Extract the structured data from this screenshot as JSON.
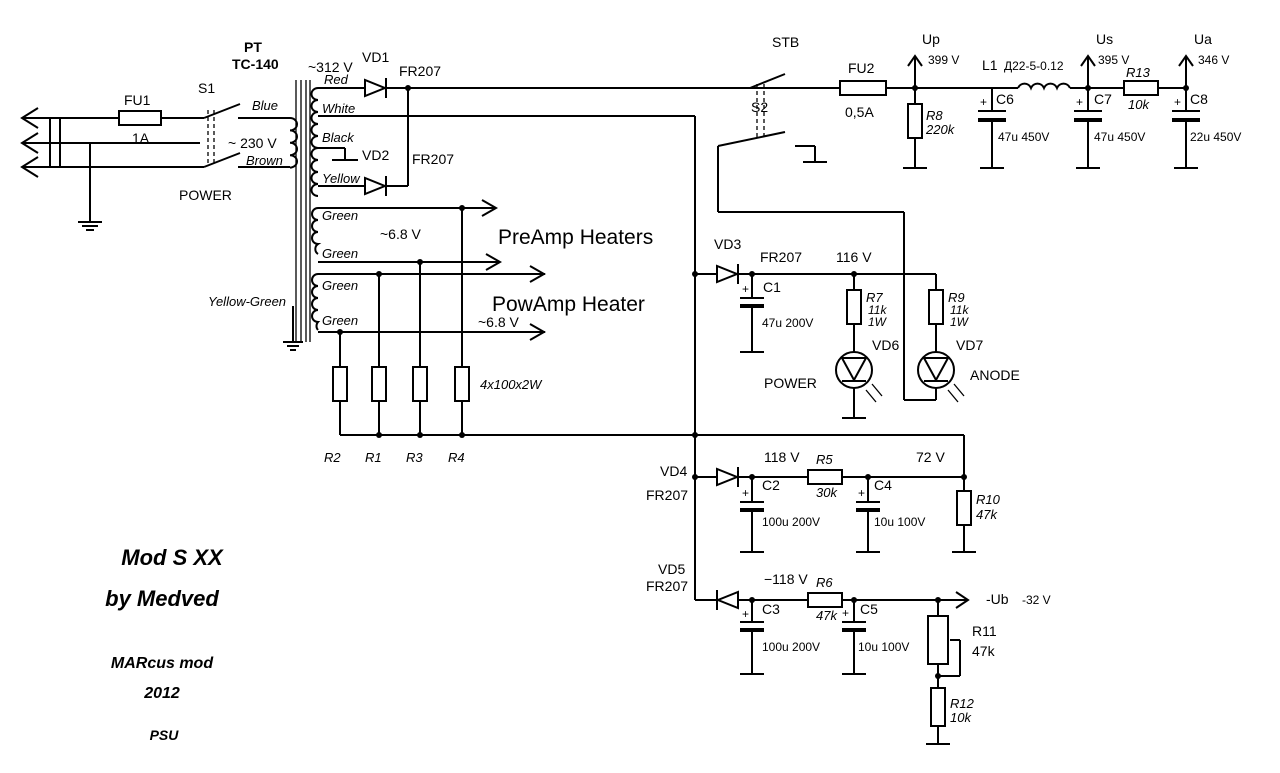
{
  "title": {
    "line1": "Mod S XX",
    "line2": "by Medved",
    "mod": "MARcus mod",
    "year": "2012",
    "section": "PSU"
  },
  "transformer": {
    "name": "PT",
    "model": "TC-140",
    "primary_voltage": "~ 230 V",
    "hv_voltage": "~312 V",
    "wires": {
      "blue": "Blue",
      "brown": "Brown",
      "red": "Red",
      "white": "White",
      "black": "Black",
      "yellow": "Yellow",
      "green1": "Green",
      "green2": "Green",
      "green3": "Green",
      "green4": "Green",
      "yellow_green": "Yellow-Green"
    },
    "heater_v1": "~6.8 V",
    "heater_v2": "~6.8 V"
  },
  "fuses": {
    "fu1": {
      "name": "FU1",
      "value": "1A"
    },
    "fu2": {
      "name": "FU2",
      "value": "0,5A"
    }
  },
  "switches": {
    "s1": "S1",
    "s1_label": "POWER",
    "s2": "S2",
    "s2_label": "STB"
  },
  "diodes": {
    "vd1": "VD1",
    "vd1_type": "FR207",
    "vd2": "VD2",
    "vd2_type": "FR207",
    "vd3": "VD3",
    "vd3_type": "FR207",
    "vd4": "VD4",
    "vd4_type": "FR207",
    "vd5": "VD5",
    "vd5_type": "FR207"
  },
  "leds": {
    "vd6": "VD6",
    "vd6_label": "POWER",
    "vd7": "VD7",
    "vd7_label": "ANODE"
  },
  "rails": {
    "up": "Up",
    "up_v": "399 V",
    "us": "Us",
    "us_v": "395 V",
    "ua": "Ua",
    "ua_v": "346 V",
    "v116": "116 V",
    "v118": "118 V",
    "v72": "72 V",
    "vneg118": "−118 V",
    "ub": "-Ub",
    "ub_v": "-32 V"
  },
  "inductor": {
    "name": "L1",
    "type": "Д22-5-0.12"
  },
  "resistors": {
    "r8": "R8",
    "r8_v": "220k",
    "r13": "R13",
    "r13_v": "10k",
    "r7": "R7",
    "r7_v": "11k",
    "r7_p": "1W",
    "r9": "R9",
    "r9_v": "11k",
    "r9_p": "1W",
    "r5": "R5",
    "r5_v": "30k",
    "r6": "R6",
    "r6_v": "47k",
    "r10": "R10",
    "r10_v": "47k",
    "r11": "R11",
    "r11_v": "47k",
    "r12": "R12",
    "r12_v": "10k",
    "r1": "R1",
    "r2": "R2",
    "r3": "R3",
    "r4": "R4",
    "heater_res": "4x100x2W"
  },
  "capacitors": {
    "c1": "C1",
    "c1_v": "47u 200V",
    "c2": "C2",
    "c2_v": "100u 200V",
    "c3": "C3",
    "c3_v": "100u 200V",
    "c4": "C4",
    "c4_v": "10u 100V",
    "c5": "C5",
    "c5_v": "10u 100V",
    "c6": "C6",
    "c6_v": "47u 450V",
    "c7": "C7",
    "c7_v": "47u 450V",
    "c8": "C8",
    "c8_v": "22u 450V",
    "plus": "+"
  },
  "heaters": {
    "preamp": "PreAmp Heaters",
    "powamp": "PowAmp Heater"
  }
}
